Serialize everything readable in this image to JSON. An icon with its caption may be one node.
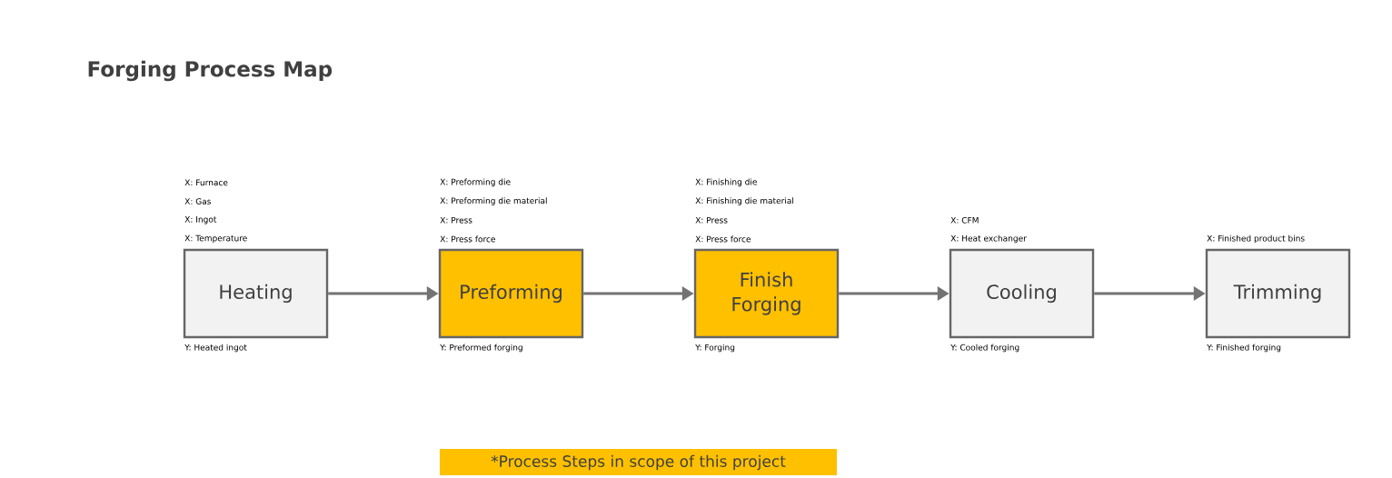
{
  "diagram": {
    "title": "Forging Process Map",
    "nodes": [
      {
        "text": [
          "Heating"
        ],
        "beside": [
          "X: Furnace",
          "X: Gas",
          "X: Ingot",
          "X: Temperature",
          "Y: Heated ingot"
        ]
      },
      {
        "text": [
          "Preforming"
        ],
        "beside": [
          "X: Preforming die",
          "X: Preforming die material",
          "X: Press",
          "X: Press force",
          "Y: Preformed forging"
        ]
      },
      {
        "text": [
          "Finish Forging"
        ],
        "beside": [
          "X: Finishing die",
          "X: Finishing die material",
          "X: Press",
          "X: Press force",
          "Y: Forging"
        ]
      },
      {
        "text": [
          "Cooling"
        ],
        "beside": [
          "X: CFM",
          "X: Heat exchanger",
          "Y: Cooled forging"
        ]
      },
      {
        "text": [
          "Trimming"
        ],
        "beside": [
          "X: Finished product bins",
          "Y: Finished forging"
        ]
      }
    ],
    "edges": [
      {
        "from": 0,
        "to": 1,
        "arrow": "to"
      },
      {
        "from": 1,
        "to": 2,
        "arrow": "to"
      },
      {
        "from": 2,
        "to": 3,
        "arrow": "to"
      },
      {
        "from": 3,
        "to": 4,
        "arrow": "to"
      }
    ],
    "legend": [
      {
        "text": "*Process Steps in scope of this project",
        "color": "#ffc000"
      }
    ]
  }
}
